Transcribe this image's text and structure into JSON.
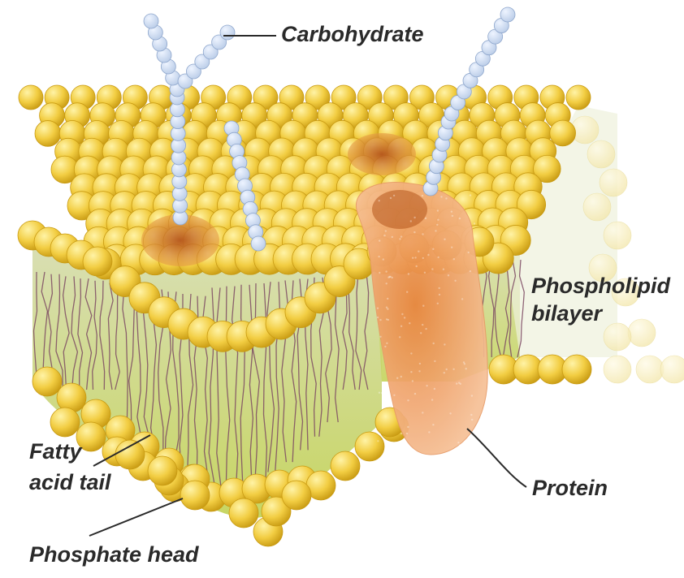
{
  "figure": {
    "labels": {
      "carbohydrate": "Carbohydrate",
      "phospholipid": "Phospholipid",
      "bilayer": "bilayer",
      "fatty": "Fatty",
      "acid_tail": "acid tail",
      "protein": "Protein",
      "phosphate_head": "Phosphate head"
    }
  },
  "colors": {
    "head": "#f2cd42",
    "head_light": "#fff3a6",
    "head_dark": "#c89a12",
    "tail": "#7d4a63",
    "core_top": "#d7ddb0",
    "core_bottom": "#c4d35a",
    "protein": "#f6bf95",
    "protein_dark": "#e8843c",
    "protein_pocket": "#b5551c",
    "carbohydrate": "#b7cae6",
    "carbohydrate_edge": "#8ea6cc",
    "label_text": "#2a2a2a"
  }
}
